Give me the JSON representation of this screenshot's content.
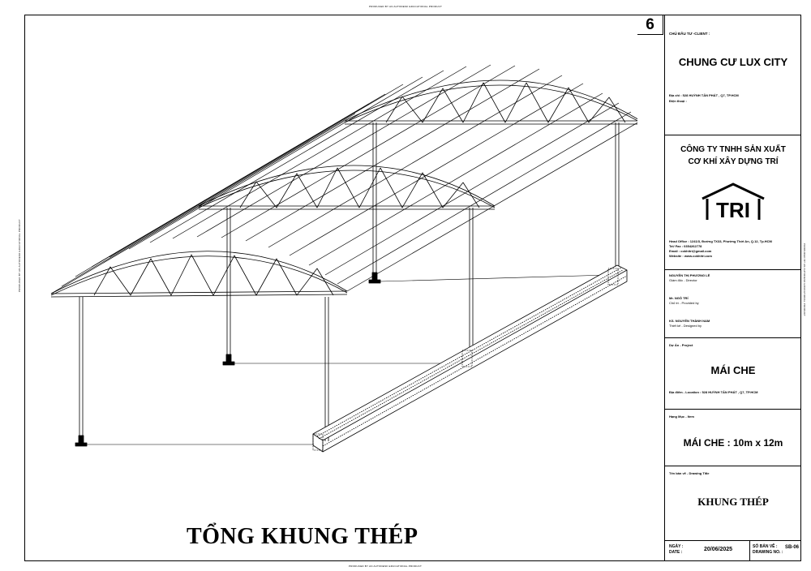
{
  "sheet": {
    "number": "6",
    "title": "TỔNG  KHUNG THÉP"
  },
  "margins": {
    "top": "PRODUCED BY AN AUTODESK EDUCATIONAL PRODUCT",
    "bottom": "PRODUCED BY AN AUTODESK EDUCATIONAL PRODUCT",
    "left": "PRODUCED BY AN AUTODESK EDUCATIONAL PRODUCT",
    "right": "PRODUCED BY AN AUTODESK EDUCATIONAL PRODUCT"
  },
  "title_block": {
    "client_label": "CHỦ ĐẦU TƯ -CLIENT :",
    "client_name": "CHUNG CƯ LUX CITY",
    "address_label": "Địa chỉ     : 528 HUỲNH TẤN PHÁT , Q7, TP.HCM",
    "phone_label": "Điện thoại :",
    "company_line1": "CÔNG TY TNHH SẢN XUẤT",
    "company_line2": "CƠ KHÍ XÂY DỰNG TRÍ",
    "logo_text": "TRI",
    "company_address": "Head Office : 1241/3, Đường TX33, Phường Thới An, Q.12, Tp.HCM",
    "company_tel": "Tel/ Fax     : 0354262778",
    "company_email": "Email        : cokhitri@gmail.com",
    "company_web": "Website      : www.cokhitri.com",
    "director_name": "NGUYỄN THỊ PHƯƠNG LÊ",
    "director_role": "Giám đốc - Director",
    "checker_name": "Mr. NGÔ TRÍ",
    "checker_role": "Chủ trì - Provided by",
    "designer_name": "KS. NGUYỄN THÀNH NAM",
    "designer_role": "Thiết kế - Designed by",
    "project_label": "Dự Án - Project",
    "project_name": "MÁI CHE",
    "location_label": "Địa điểm - Location : 528 HUỲNH TẤN PHÁT , Q7, TP.HCM",
    "item_label": "Hạng Mục - Item",
    "item_name": "MÁI CHE  : 10m x 12m",
    "drawing_title_label": "Tên bản vẽ - Drawing Title",
    "drawing_title": "KHUNG THÉP",
    "date_label": "NGÀY :",
    "date_label_en": "DATE :",
    "date_value": "20/06/2025",
    "drawing_no_label": "SỐ BẢN VẼ :",
    "drawing_no_label_en": "DRAWING NO. :",
    "drawing_no_value": "SB-06"
  }
}
